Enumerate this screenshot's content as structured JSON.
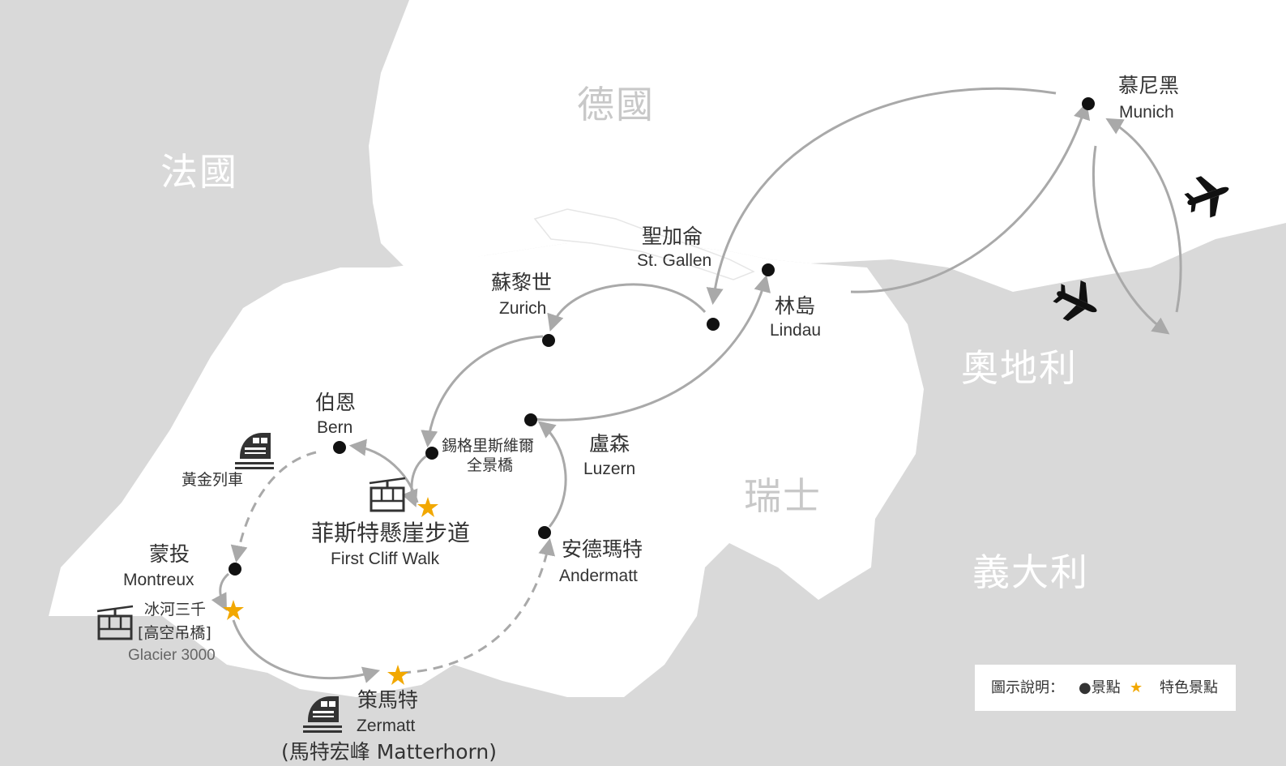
{
  "countries": {
    "germany": "德國",
    "france": "法國",
    "austria": "奧地利",
    "switzerland": "瑞士",
    "italy": "義大利"
  },
  "cities": {
    "munich": {
      "zh": "慕尼黑",
      "en": "Munich"
    },
    "st_gallen": {
      "zh": "聖加侖",
      "en": "St. Gallen"
    },
    "lindau": {
      "zh": "林島",
      "en": "Lindau"
    },
    "zurich": {
      "zh": "蘇黎世",
      "en": "Zurich"
    },
    "bern": {
      "zh": "伯恩",
      "en": "Bern"
    },
    "luzern": {
      "zh": "盧森",
      "en": "Luzern"
    },
    "andermatt": {
      "zh": "安德瑪特",
      "en": "Andermatt"
    },
    "montreux": {
      "zh": "蒙投",
      "en": "Montreux"
    },
    "zermatt": {
      "zh": "策馬特",
      "en": "Zermatt",
      "note": "(馬特宏峰 Matterhorn)"
    }
  },
  "highlights": {
    "sigriswil": {
      "line1": "錫格里斯維爾",
      "line2": "全景橋"
    },
    "first_cliff_walk": {
      "zh": "菲斯特懸崖步道",
      "en": "First Cliff Walk"
    },
    "glacier3000": {
      "zh": "冰河三千",
      "bracket": "[高空吊橋]",
      "en": "Glacier 3000"
    }
  },
  "transport": {
    "golden_pass": "黃金列車"
  },
  "legend": {
    "title": "圖示說明：",
    "dot_label": "●景點",
    "star_label": "★",
    "star_text": "特色景點"
  },
  "colors": {
    "land_outside": "#d9d9d9",
    "land_main": "#ffffff",
    "route": "#a9a9a9",
    "star": "#f2a800"
  }
}
